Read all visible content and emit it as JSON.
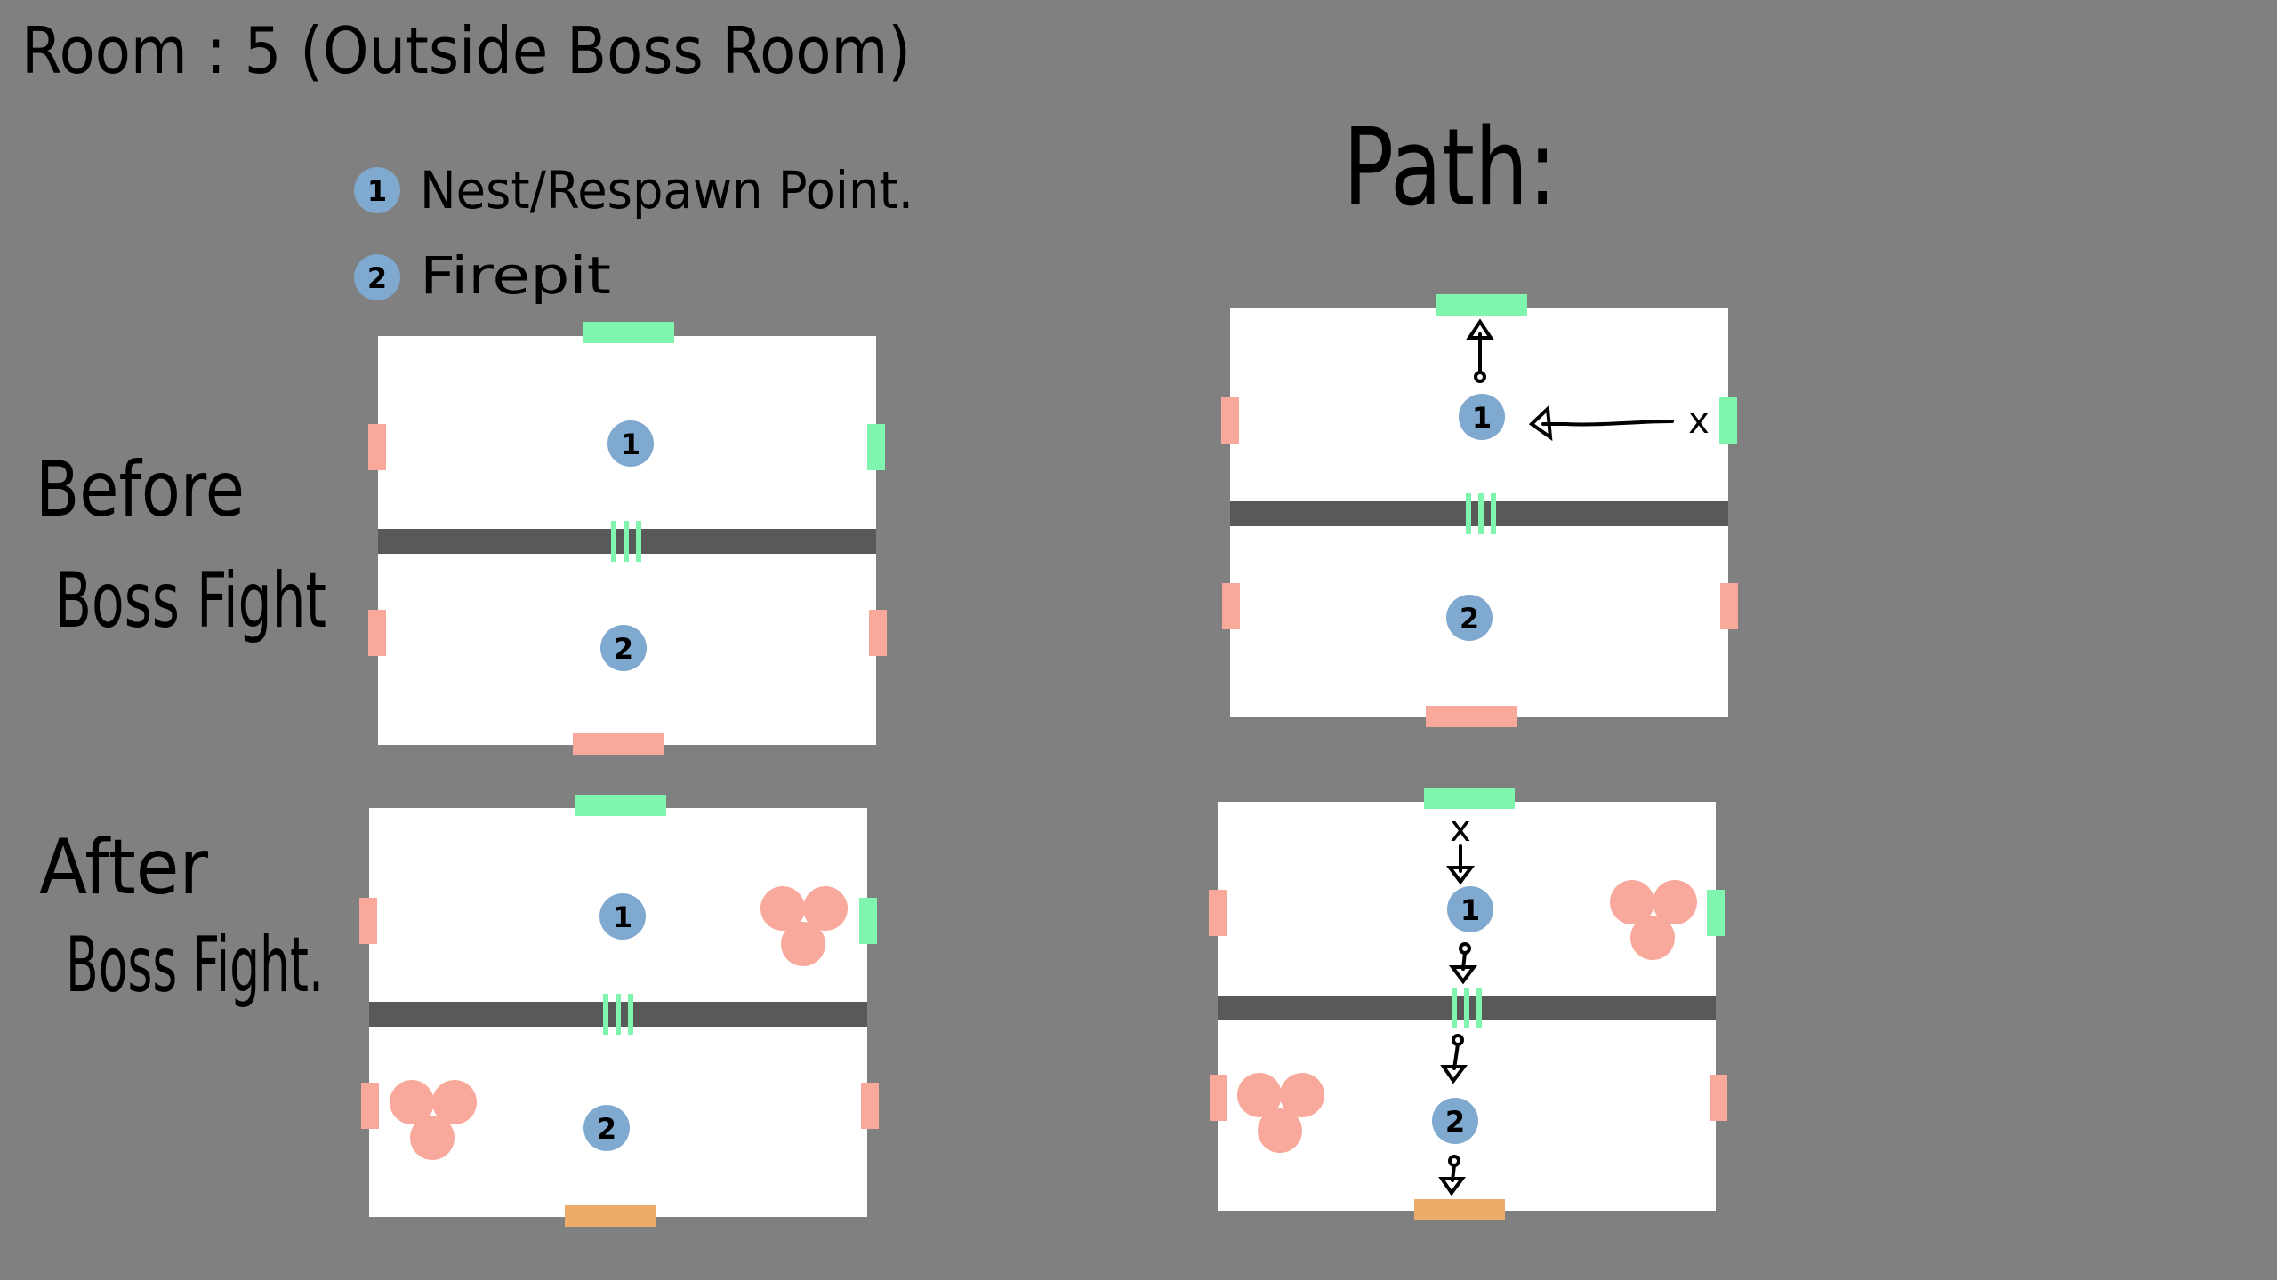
{
  "title": "Room : 5 (Outside Boss Room)",
  "path_heading": "Path:",
  "legend": [
    {
      "marker": "1",
      "label": "Nest/Respawn Point."
    },
    {
      "marker": "2",
      "label": "Firepit"
    }
  ],
  "row_labels": {
    "before": [
      "Before",
      "Boss Fight"
    ],
    "after": [
      "After",
      "Boss Fight."
    ]
  },
  "markers": {
    "nest": "1",
    "firepit": "2"
  },
  "path_marks": {
    "start": "x"
  },
  "colors": {
    "background": "#808080",
    "room": "#ffffff",
    "divider": "#595959",
    "open_door": "#7ff5ad",
    "closed_door": "#f9a99b",
    "boss_exit": "#eeac6b",
    "marker": "#7fa9cf",
    "hazard": "#f8a99b"
  }
}
